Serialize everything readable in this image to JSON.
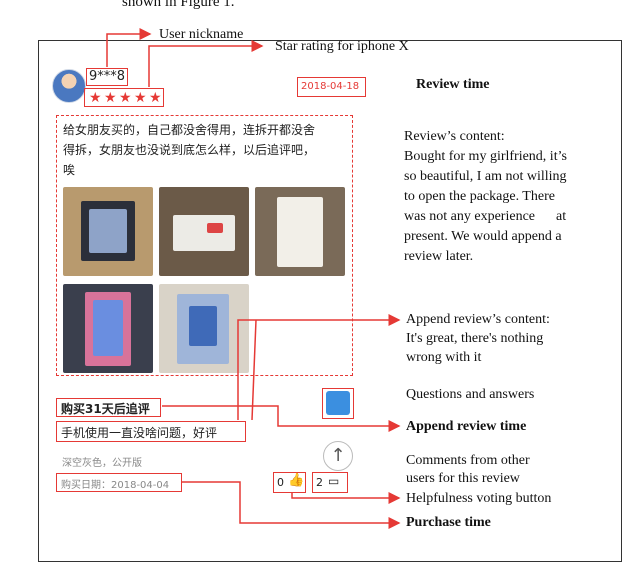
{
  "caption": "shown in Figure 1.",
  "user": {
    "nickname": "9***8",
    "stars": 5
  },
  "review": {
    "date": "2018-04-18",
    "text_line1": "给女朋友买的，自己都没舍得用，连拆开都没舍",
    "text_line2": "得拆，女朋友也没说到底怎么样，以后追评吧，",
    "text_line3": "唉"
  },
  "append": {
    "time_label": "购买31天后追评",
    "text": "手机使用一直没啥问题，好评"
  },
  "product": {
    "spec": "深空灰色，公开版",
    "purchase_date": "购买日期：2018-04-04"
  },
  "votes": {
    "helpful": "0",
    "comments": "2"
  },
  "annotations": {
    "user_nickname": "User nickname",
    "star_rating": "Star rating for iphone X",
    "review_time": "Review time",
    "review_content_title": "Review’s content:",
    "review_content_l1": "Bought for my girlfriend, it’s",
    "review_content_l2": "so beautiful, I am not willing",
    "review_content_l3": "to open the package. There",
    "review_content_l4": "was not any experience      at",
    "review_content_l5": "present. We would append a",
    "review_content_l6": "review later.",
    "append_content_title": "Append review’s content:",
    "append_content_l1": "It's great, there's nothing",
    "append_content_l2": "wrong with it",
    "qa": "Questions and answers",
    "append_time": "Append review time",
    "comments_l1": "Comments from other",
    "comments_l2": "users for this review",
    "helpfulness": "Helpfulness voting button",
    "purchase_time": "Purchase time"
  },
  "colors": {
    "accent": "#e53935",
    "badge": "#3b8fe0"
  }
}
